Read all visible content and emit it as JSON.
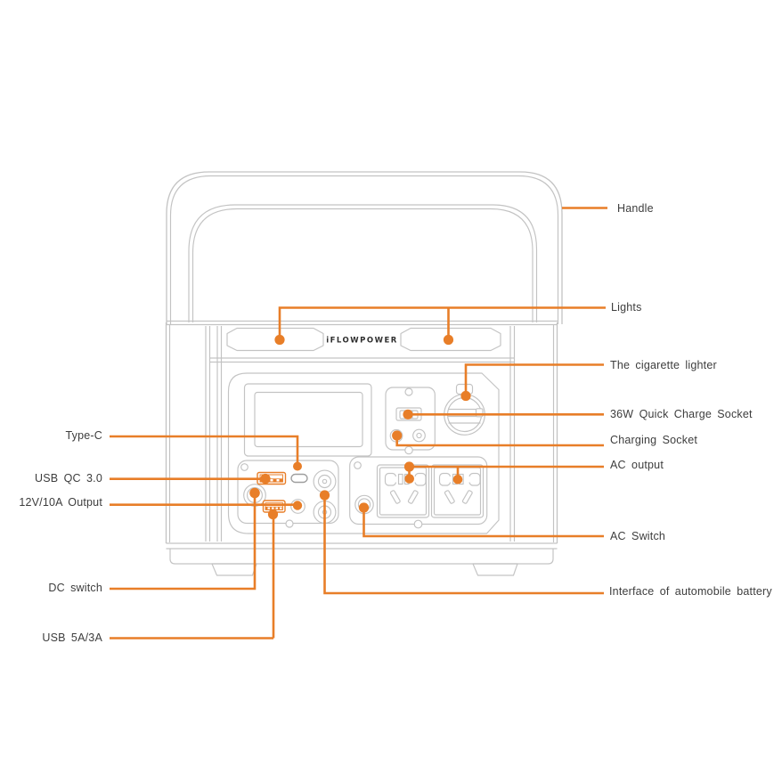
{
  "brand_logo": "iFLOWPOWER",
  "colors": {
    "callout_accent": "#E87E28",
    "outline_gray": "#C3C3C3",
    "label_text": "#3D3D3D"
  },
  "labels_left": [
    {
      "text": "Type-C"
    },
    {
      "text": "USB QC 3.0"
    },
    {
      "text": "12V/10A Output"
    },
    {
      "text": "DC switch"
    },
    {
      "text": "USB 5A/3A"
    }
  ],
  "labels_right": [
    {
      "text": "Handle"
    },
    {
      "text": "Lights"
    },
    {
      "text": "The cigarette lighter"
    },
    {
      "text": "36W Quick Charge Socket"
    },
    {
      "text": "Charging Socket"
    },
    {
      "text": "AC output"
    },
    {
      "text": "AC Switch"
    },
    {
      "text": "Interface of automobile battery"
    }
  ]
}
